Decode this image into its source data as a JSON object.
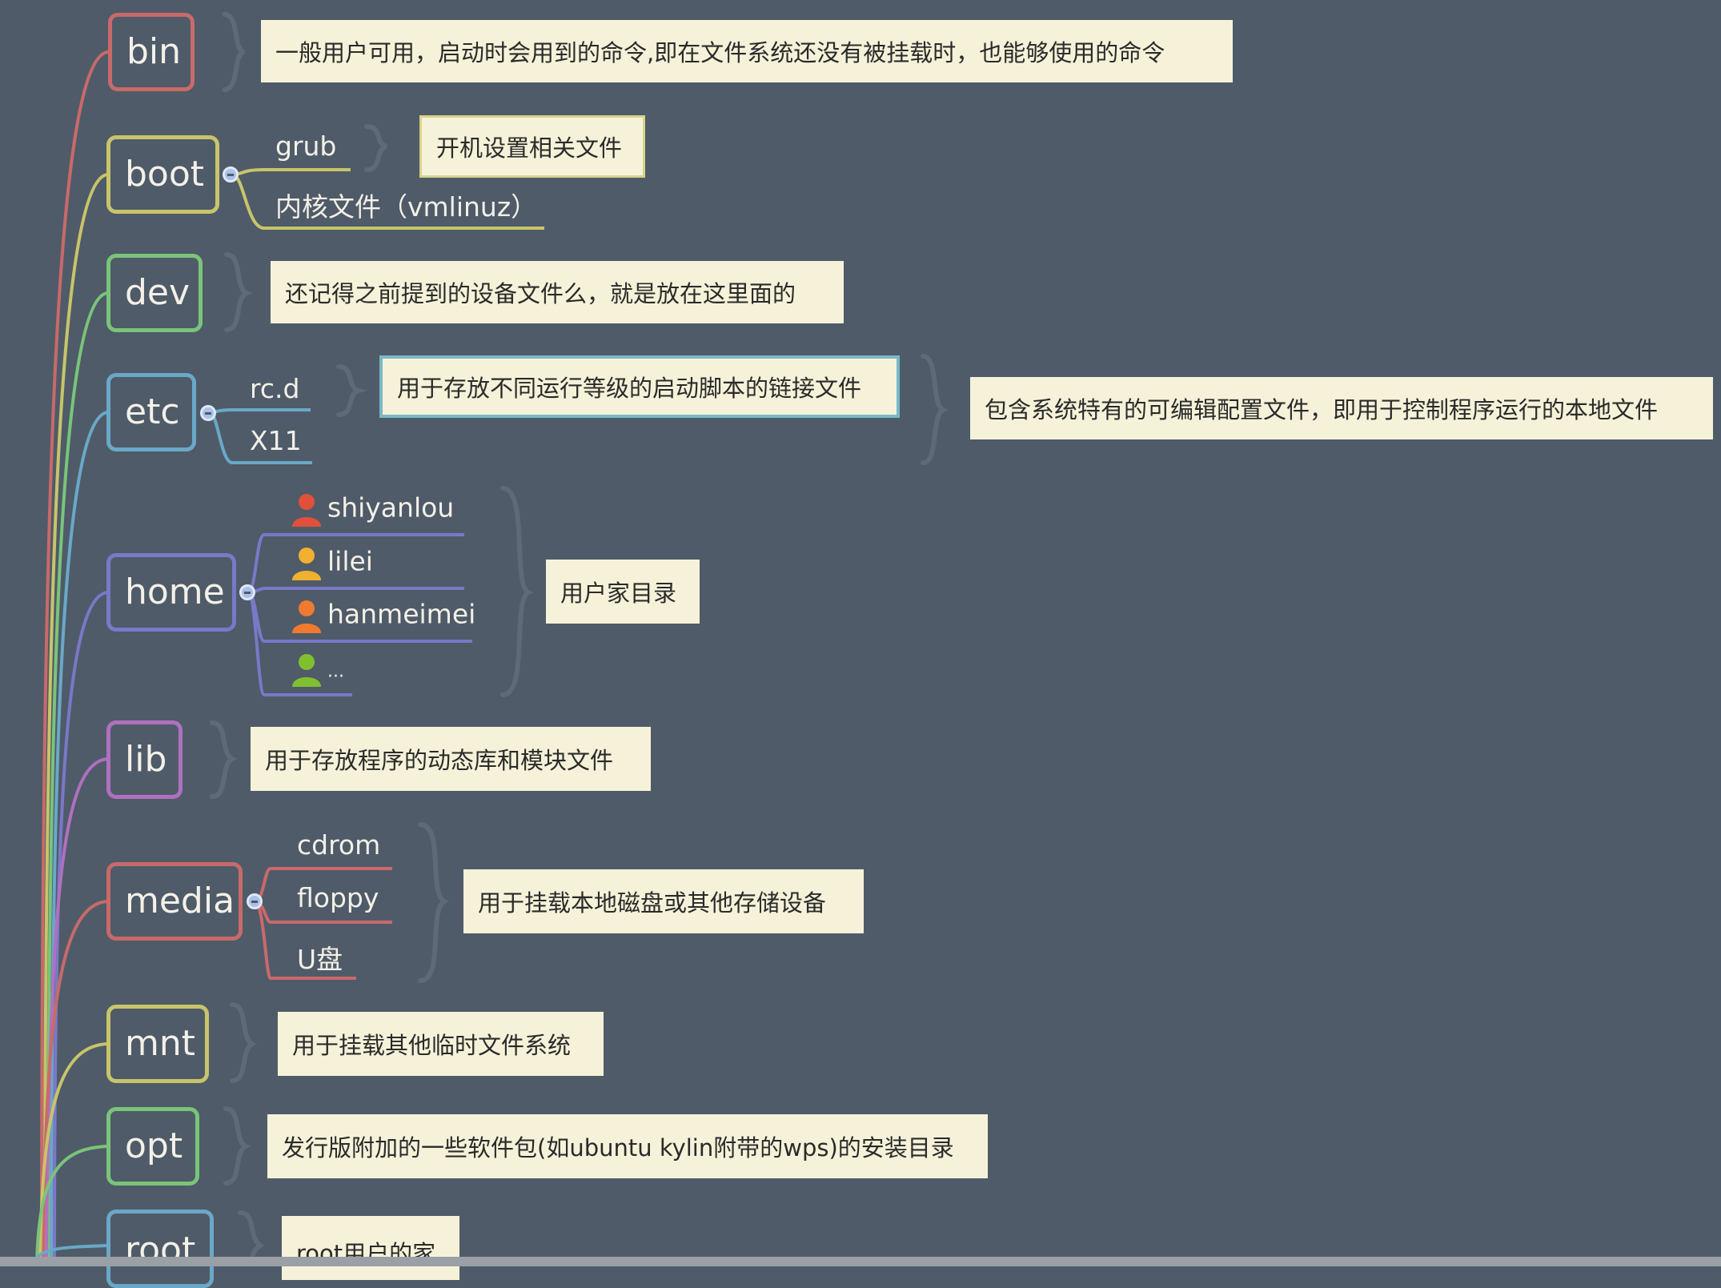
{
  "nodes": {
    "bin": {
      "label": "bin",
      "note": "一般用户可用，启动时会用到的命令,即在文件系统还没有被挂载时，也能够使用的命令"
    },
    "boot": {
      "label": "boot",
      "children": [
        "grub",
        "内核文件（vmlinuz）"
      ],
      "note": "开机设置相关文件"
    },
    "dev": {
      "label": "dev",
      "note": "还记得之前提到的设备文件么，就是放在这里面的"
    },
    "etc": {
      "label": "etc",
      "children": [
        "rc.d",
        "X11"
      ],
      "note": "用于存放不同运行等级的启动脚本的链接文件",
      "note2": "包含系统特有的可编辑配置文件，即用于控制程序运行的本地文件"
    },
    "home": {
      "label": "home",
      "children": [
        "shiyanlou",
        "lilei",
        "hanmeimei",
        "..."
      ],
      "note": "用户家目录"
    },
    "lib": {
      "label": "lib",
      "note": "用于存放程序的动态库和模块文件"
    },
    "media": {
      "label": "media",
      "children": [
        "cdrom",
        "floppy",
        "U盘"
      ],
      "note": "用于挂载本地磁盘或其他存储设备"
    },
    "mnt": {
      "label": "mnt",
      "note": "用于挂载其他临时文件系统"
    },
    "opt": {
      "label": "opt",
      "note": "发行版附加的一些软件包(如ubuntu kylin附带的wps)的安装目录"
    },
    "root": {
      "label": "root",
      "note": "root用户的家"
    }
  },
  "colors": {
    "background": "#4f5b68",
    "note_background": "#f6f2d9",
    "bin": "#c86a6a",
    "boot": "#c8c46a",
    "dev": "#7ac47a",
    "etc": "#6aa8c8",
    "home": "#7a78c8",
    "lib": "#b070c0",
    "media": "#c86a6a",
    "mnt": "#c8c46a",
    "opt": "#7ac47a",
    "root": "#6aa8c8",
    "user_red": "#e0503a",
    "user_yellow": "#f0b030",
    "user_orange": "#f07a30",
    "user_green": "#80c030"
  },
  "icons": {
    "shiyanlou": "user-icon-red",
    "lilei": "user-icon-yellow",
    "hanmeimei": "user-icon-orange",
    "...": "user-icon-green"
  }
}
